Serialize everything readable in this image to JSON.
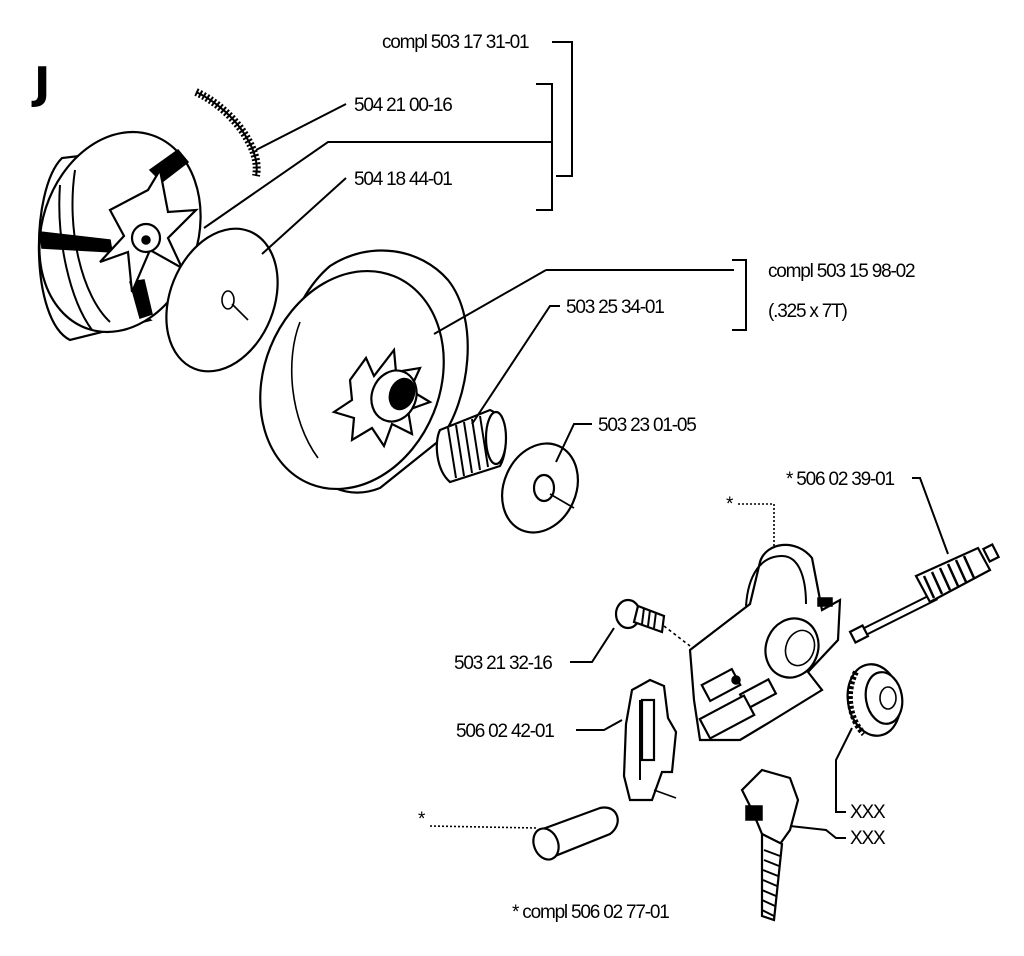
{
  "section_letter": "J",
  "labels": {
    "clutch_compl": "compl 503 17 31-01",
    "spring": "504 21 00-16",
    "washer": "504 18 44-01",
    "drum_compl": "compl 503 15 98-02",
    "drum_spec": "(.325 x 7T)",
    "bearing": "503 25 34-01",
    "washer2": "503 23 01-05",
    "pump_shaft": "* 506 02 39-01",
    "pump_star": "*",
    "screw": "503 21 32-16",
    "guide": "506 02 42-01",
    "plug_star": "*",
    "xxx1": "XXX",
    "xxx2": "XXX",
    "pump_compl": "* compl 506 02 77-01"
  }
}
